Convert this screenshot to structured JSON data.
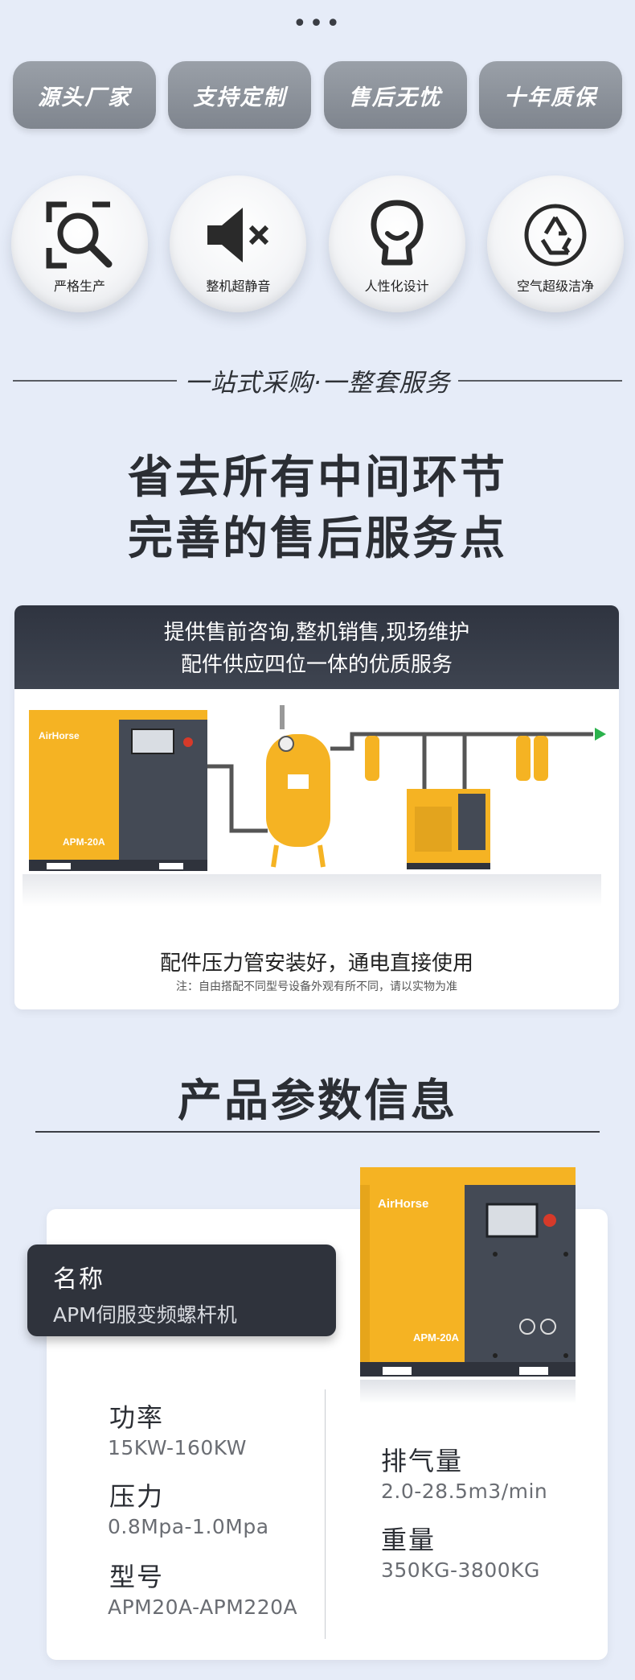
{
  "tags": [
    "源头厂家",
    "支持定制",
    "售后无忧",
    "十年质保"
  ],
  "features": [
    {
      "label": "严格生产",
      "icon": "magnifier-icon"
    },
    {
      "label": "整机超静音",
      "icon": "speaker-mute-icon"
    },
    {
      "label": "人性化设计",
      "icon": "person-icon"
    },
    {
      "label": "空气超级洁净",
      "icon": "recycle-icon"
    }
  ],
  "section_heading": "一站式采购·一整套服务",
  "headline": {
    "line1": "省去所有中间环节",
    "line2": "完善的售后服务点"
  },
  "service": {
    "line1": "提供售前咨询,整机销售,现场维护",
    "line2": "配件供应四位一体的优质服务",
    "caption": "配件压力管安装好，通电直接使用",
    "note": "注：自由搭配不同型号设备外观有所不同，请以实物为准"
  },
  "machine": {
    "brand": "AirHorse",
    "model": "APM-20A"
  },
  "params": {
    "title": "产品参数信息",
    "name_label": "名称",
    "name_value": "APM伺服变频螺杆机",
    "power_label": "功率",
    "power_value": "15KW-160KW",
    "pressure_label": "压力",
    "pressure_value": "0.8Mpa-1.0Mpa",
    "model_label": "型号",
    "model_value": "APM20A-APM220A",
    "flow_label": "排气量",
    "flow_value": "2.0-28.5m3/min",
    "weight_label": "重量",
    "weight_value": "350KG-3800KG"
  },
  "colors": {
    "accent_yellow": "#f5b323",
    "machine_gray": "#444a55",
    "dark_panel": "#2f333c",
    "background": "#e6ecf8"
  }
}
